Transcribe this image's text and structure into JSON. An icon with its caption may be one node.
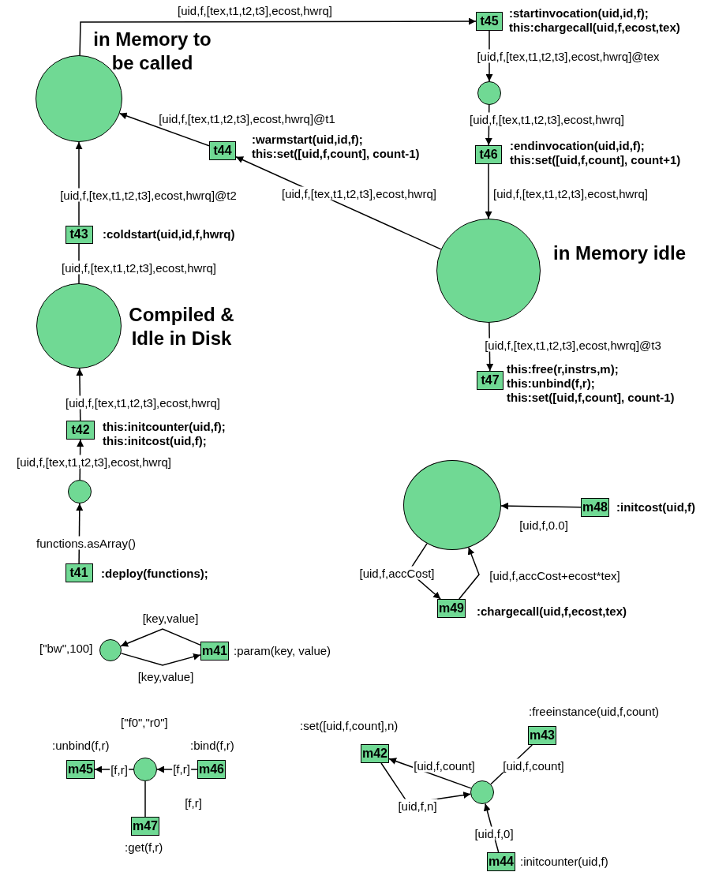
{
  "diagram": {
    "nodes": [
      {
        "text": [],
        "shape": "circle",
        "beside": [
          "in Memory to be called"
        ]
      },
      {
        "text": [
          "t45"
        ],
        "beside": [
          ":startinvocation(uid,id,f);",
          "this:chargecall(uid,f,ecost,tex)"
        ]
      },
      {
        "text": [],
        "shape": "circle"
      },
      {
        "text": [
          "t46"
        ],
        "beside": [
          ":endinvocation(uid,id,f);",
          "this:set([uid,f,count], count+1)"
        ]
      },
      {
        "text": [
          "t44"
        ],
        "beside": [
          ":warmstart(uid,id,f);",
          "this:set([uid,f,count], count-1)"
        ]
      },
      {
        "text": [
          "t43"
        ],
        "beside": [
          ":coldstart(uid,id,f,hwrq)"
        ]
      },
      {
        "text": [],
        "shape": "circle",
        "beside": [
          "in Memory idle"
        ]
      },
      {
        "text": [],
        "shape": "circle",
        "beside": [
          "Compiled & Idle in Disk"
        ]
      },
      {
        "text": [
          "t47"
        ],
        "beside": [
          "this:free(r,instrs,m);",
          "this:unbind(f,r);",
          "this:set([uid,f,count], count-1)"
        ]
      },
      {
        "text": [
          "t42"
        ],
        "beside": [
          "this:initcounter(uid,f);",
          "this:initcost(uid,f);"
        ]
      },
      {
        "text": [],
        "shape": "circle"
      },
      {
        "text": [
          "t41"
        ],
        "beside": [
          ":deploy(functions);"
        ]
      },
      {
        "text": [],
        "shape": "circle"
      },
      {
        "text": [
          "m48"
        ],
        "beside": [
          ":initcost(uid,f)"
        ]
      },
      {
        "text": [
          "m49"
        ],
        "beside": [
          ":chargecall(uid,f,ecost,tex)"
        ]
      },
      {
        "text": [],
        "shape": "circle",
        "beside": [
          "[\"bw\",100]"
        ]
      },
      {
        "text": [
          "m41"
        ],
        "beside": [
          ":param(key, value)"
        ]
      },
      {
        "text": [],
        "shape": "circle",
        "beside": [
          "[\"f0\",\"r0\"]"
        ]
      },
      {
        "text": [
          "m45"
        ],
        "beside": [
          ":unbind(f,r)"
        ]
      },
      {
        "text": [
          "m46"
        ],
        "beside": [
          ":bind(f,r)"
        ]
      },
      {
        "text": [
          "m47"
        ],
        "beside": [
          ":get(f,r)"
        ]
      },
      {
        "text": [
          "m42"
        ],
        "beside": [
          ":set([uid,f,count],n)"
        ]
      },
      {
        "text": [
          "m43"
        ],
        "beside": [
          ":freeinstance(uid,f,count)"
        ]
      },
      {
        "text": [],
        "shape": "circle"
      },
      {
        "text": [
          "m44"
        ],
        "beside": [
          ":initcounter(uid,f)"
        ]
      }
    ],
    "edges": [
      {
        "from": 0,
        "to": 1,
        "arrow": "to",
        "label": "[uid,f,[tex,t1,t2,t3],ecost,hwrq]"
      },
      {
        "from": 1,
        "to": 2,
        "arrow": "to",
        "label": "[uid,f,[tex,t1,t2,t3],ecost,hwrq]@tex"
      },
      {
        "from": 2,
        "to": 3,
        "arrow": "to",
        "label": "[uid,f,[tex,t1,t2,t3],ecost,hwrq]"
      },
      {
        "from": 3,
        "to": 6,
        "arrow": "to",
        "label": "[uid,f,[tex,t1,t2,t3],ecost,hwrq]"
      },
      {
        "from": 6,
        "to": 4,
        "arrow": "to",
        "label": "[uid,f,[tex,t1,t2,t3],ecost,hwrq]"
      },
      {
        "from": 4,
        "to": 0,
        "arrow": "to",
        "label": "[uid,f,[tex,t1,t2,t3],ecost,hwrq]@t1"
      },
      {
        "from": 5,
        "to": 0,
        "arrow": "to",
        "label": "[uid,f,[tex,t1,t2,t3],ecost,hwrq]@t2"
      },
      {
        "from": 7,
        "to": 5,
        "arrow": "none",
        "label": "[uid,f,[tex,t1,t2,t3],ecost,hwrq]"
      },
      {
        "from": 9,
        "to": 7,
        "arrow": "to",
        "label": "[uid,f,[tex,t1,t2,t3],ecost,hwrq]"
      },
      {
        "from": 10,
        "to": 9,
        "arrow": "to",
        "label": "[uid,f,[tex,t1,t2,t3],ecost,hwrq]"
      },
      {
        "from": 11,
        "to": 10,
        "arrow": "to",
        "label": "functions.asArray()"
      },
      {
        "from": 6,
        "to": 8,
        "arrow": "to",
        "label": "[uid,f,[tex,t1,t2,t3],ecost,hwrq]@t3"
      },
      {
        "from": 13,
        "to": 12,
        "arrow": "to",
        "label": "[uid,f,0.0]"
      },
      {
        "from": 12,
        "to": 14,
        "arrow": "to",
        "label": "[uid,f,accCost]"
      },
      {
        "from": 14,
        "to": 12,
        "arrow": "to",
        "label": "[uid,f,accCost+ecost*tex]"
      },
      {
        "from": 16,
        "to": 15,
        "arrow": "to",
        "label": "[key,value]"
      },
      {
        "from": 15,
        "to": 16,
        "arrow": "to",
        "label": "[key,value]"
      },
      {
        "from": 17,
        "to": 18,
        "arrow": "to",
        "label": "[f,r]"
      },
      {
        "from": 19,
        "to": 17,
        "arrow": "to",
        "label": "[f,r]"
      },
      {
        "from": 20,
        "to": 17,
        "arrow": "none",
        "label": "[f,r]"
      },
      {
        "from": 23,
        "to": 21,
        "arrow": "to",
        "label": "[uid,f,count]"
      },
      {
        "from": 21,
        "to": 23,
        "arrow": "to",
        "label": "[uid,f,n]"
      },
      {
        "from": 22,
        "to": 23,
        "arrow": "none",
        "label": "[uid,f,count]"
      },
      {
        "from": 24,
        "to": 23,
        "arrow": "to",
        "label": "[uid,f,0]"
      }
    ]
  }
}
